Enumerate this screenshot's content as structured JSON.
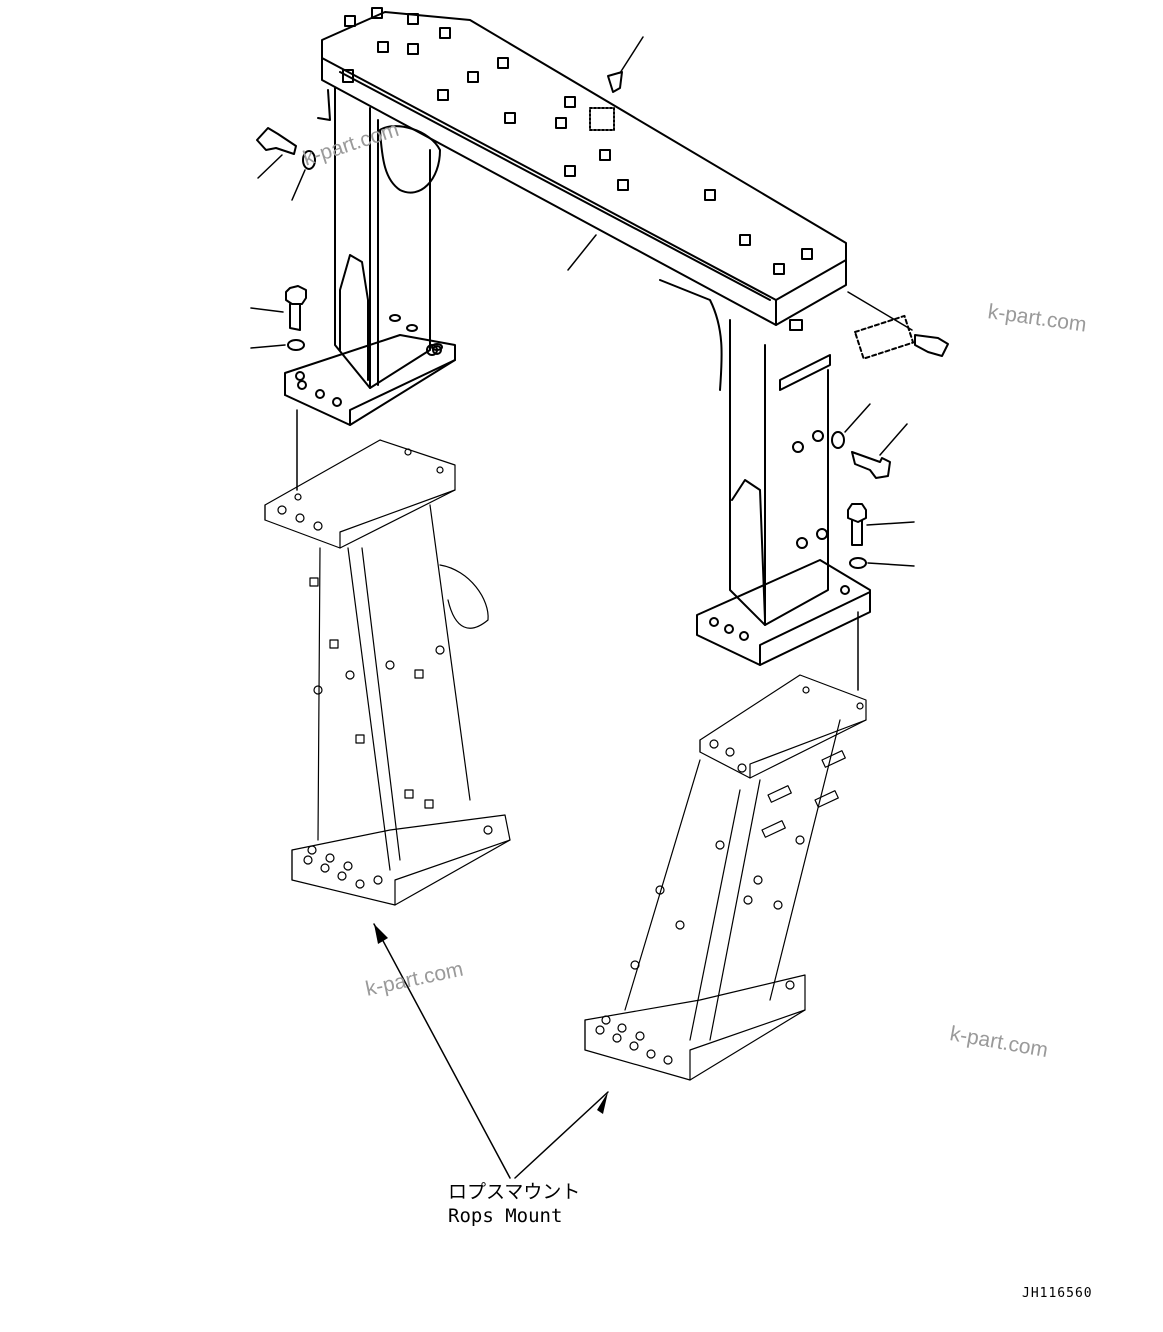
{
  "callout": {
    "label_ja": "ロプスマウント",
    "label_en": "Rops Mount"
  },
  "drawing_code": "JH116560",
  "watermarks": [
    "k-part.com",
    "k-part.com",
    "k-part.com",
    "k-part.com"
  ]
}
